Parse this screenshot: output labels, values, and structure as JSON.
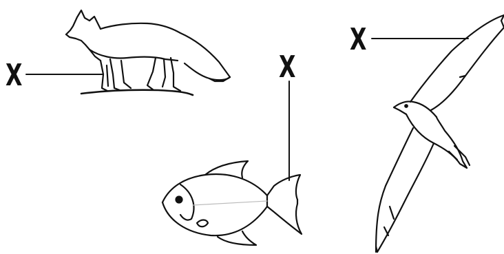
{
  "labels": {
    "fox": "X",
    "fish": "X",
    "bird": "X"
  },
  "drawings": {
    "fox": "fox-drawing",
    "fish": "fish-drawing",
    "bird": "gull-drawing"
  },
  "colors": {
    "ink": "#111111",
    "background": "#ffffff"
  }
}
